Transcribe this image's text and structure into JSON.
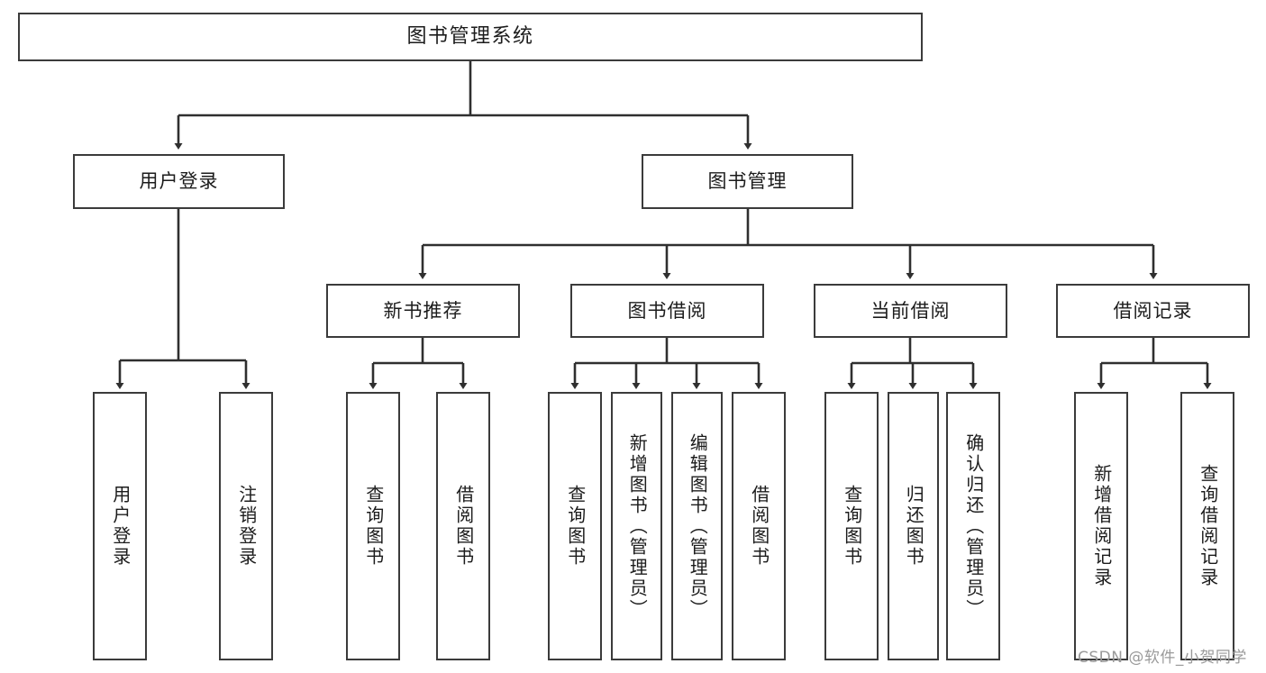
{
  "diagram": {
    "type": "tree-hierarchy",
    "title": "图书管理系统",
    "levels": {
      "root": {
        "label": "图书管理系统"
      },
      "level2": [
        {
          "label": "用户登录"
        },
        {
          "label": "图书管理"
        }
      ],
      "level3": [
        {
          "label": "新书推荐"
        },
        {
          "label": "图书借阅"
        },
        {
          "label": "当前借阅"
        },
        {
          "label": "借阅记录"
        }
      ]
    },
    "leaves": {
      "user_login": [
        {
          "label": "用户登录"
        },
        {
          "label": "注销登录"
        }
      ],
      "new_book_recommend": [
        {
          "label": "查询图书"
        },
        {
          "label": "借阅图书"
        }
      ],
      "book_borrow": [
        {
          "label": "查询图书"
        },
        {
          "label": "新增图书（管理员）"
        },
        {
          "label": "编辑图书（管理员）"
        },
        {
          "label": "借阅图书"
        }
      ],
      "current_borrow": [
        {
          "label": "查询图书"
        },
        {
          "label": "归还图书"
        },
        {
          "label": "确认归还（管理员）"
        }
      ],
      "borrow_record": [
        {
          "label": "新增借阅记录"
        },
        {
          "label": "查询借阅记录"
        }
      ]
    },
    "watermark": "CSDN @软件_小贺同学",
    "colors": {
      "border": "#3b3b3b",
      "background": "#ffffff",
      "text": "#1c1c1c",
      "edge": "#2f2f2f",
      "watermark": "#9a9a9a"
    }
  }
}
